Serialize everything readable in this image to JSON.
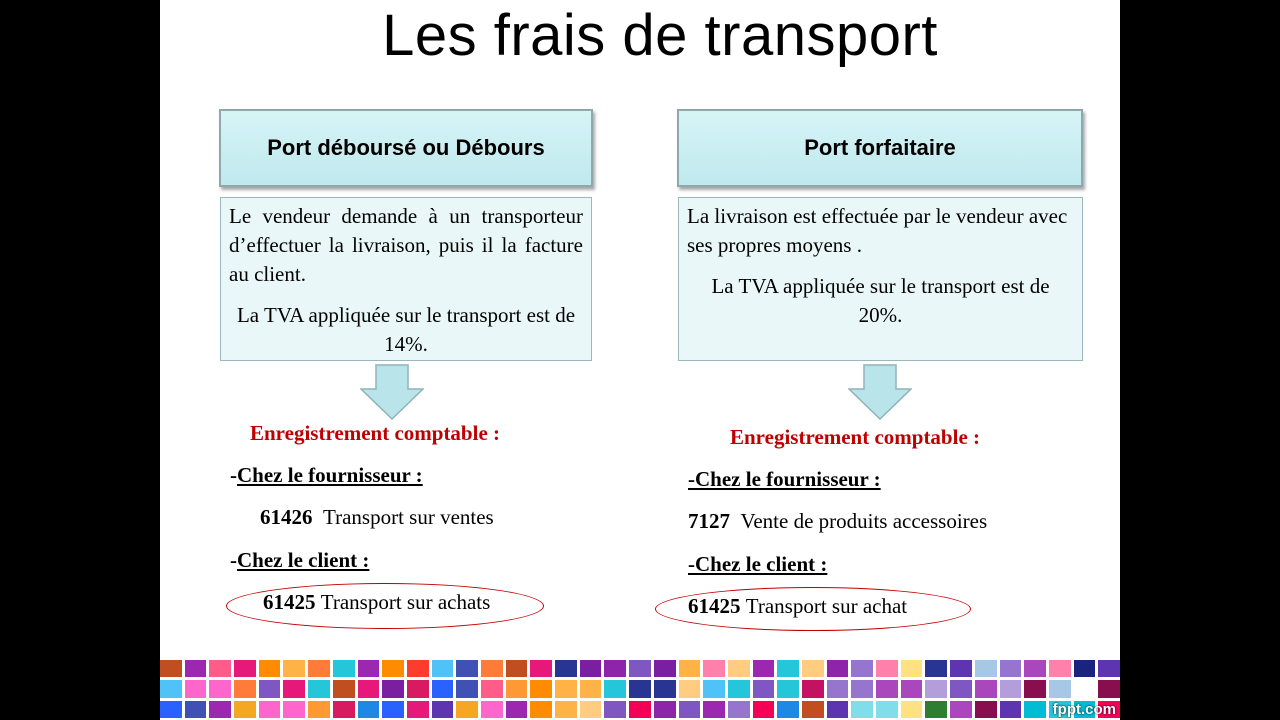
{
  "title": "Les frais de transport",
  "left": {
    "header": "Port déboursé ou Débours",
    "desc_p1": "Le vendeur demande à un transporteur d’effectuer la livraison, puis il la facture au client.",
    "desc_p2": "La TVA appliquée sur le transport est de 14%.",
    "rec_title": "Enregistrement comptable :",
    "supplier_prefix": "-",
    "supplier_label": "Chez le fournisseur :",
    "supplier_code": "61426",
    "supplier_account": "Transport sur ventes",
    "client_prefix": "-",
    "client_label": "Chez le client :",
    "client_code": "61425",
    "client_account": "Transport sur achats"
  },
  "right": {
    "header": "Port forfaitaire",
    "desc_p1": "La livraison est effectuée par le vendeur avec ses propres moyens .",
    "desc_p2": "La TVA appliquée sur le transport est de 20%.",
    "rec_title": "Enregistrement comptable :",
    "supplier_label": "-Chez le fournisseur :",
    "supplier_code": "7127",
    "supplier_account": "Vente de produits accessoires",
    "client_label": "-Chez le client :",
    "client_code": "61425",
    "client_account": "Transport sur achat"
  },
  "watermark": "fppt.com",
  "colors": {
    "header_fill": "#c6eef2",
    "accent_red": "#c00000",
    "arrow_fill": "#b9e4ea"
  }
}
